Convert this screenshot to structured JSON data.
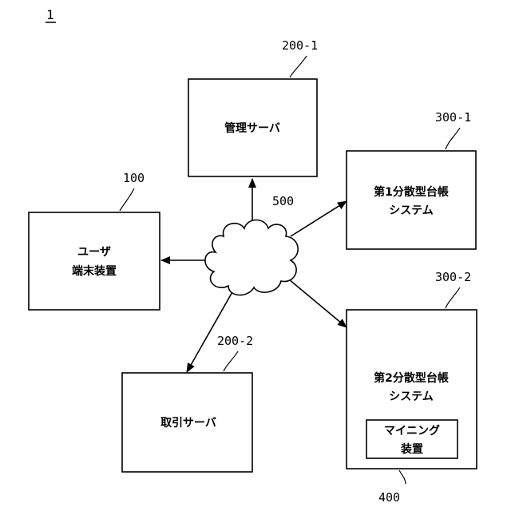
{
  "figure_label": "1",
  "network": {
    "ref": "500"
  },
  "nodes": {
    "user_terminal": {
      "ref": "100",
      "label_lines": [
        "ユーザ",
        "端末装置"
      ]
    },
    "management_server": {
      "ref": "200-1",
      "label_lines": [
        "管理サーバ"
      ]
    },
    "transaction_server": {
      "ref": "200-2",
      "label_lines": [
        "取引サーバ"
      ]
    },
    "ledger_system_1": {
      "ref": "300-1",
      "label_lines": [
        "第1分散型台帳",
        "システム"
      ]
    },
    "ledger_system_2": {
      "ref": "300-2",
      "label_lines": [
        "第2分散型台帳",
        "システム"
      ]
    },
    "mining_device": {
      "ref": "400",
      "label_lines": [
        "マイニング",
        "装置"
      ]
    }
  },
  "colors": {
    "stroke": "#000000",
    "background": "#ffffff"
  }
}
